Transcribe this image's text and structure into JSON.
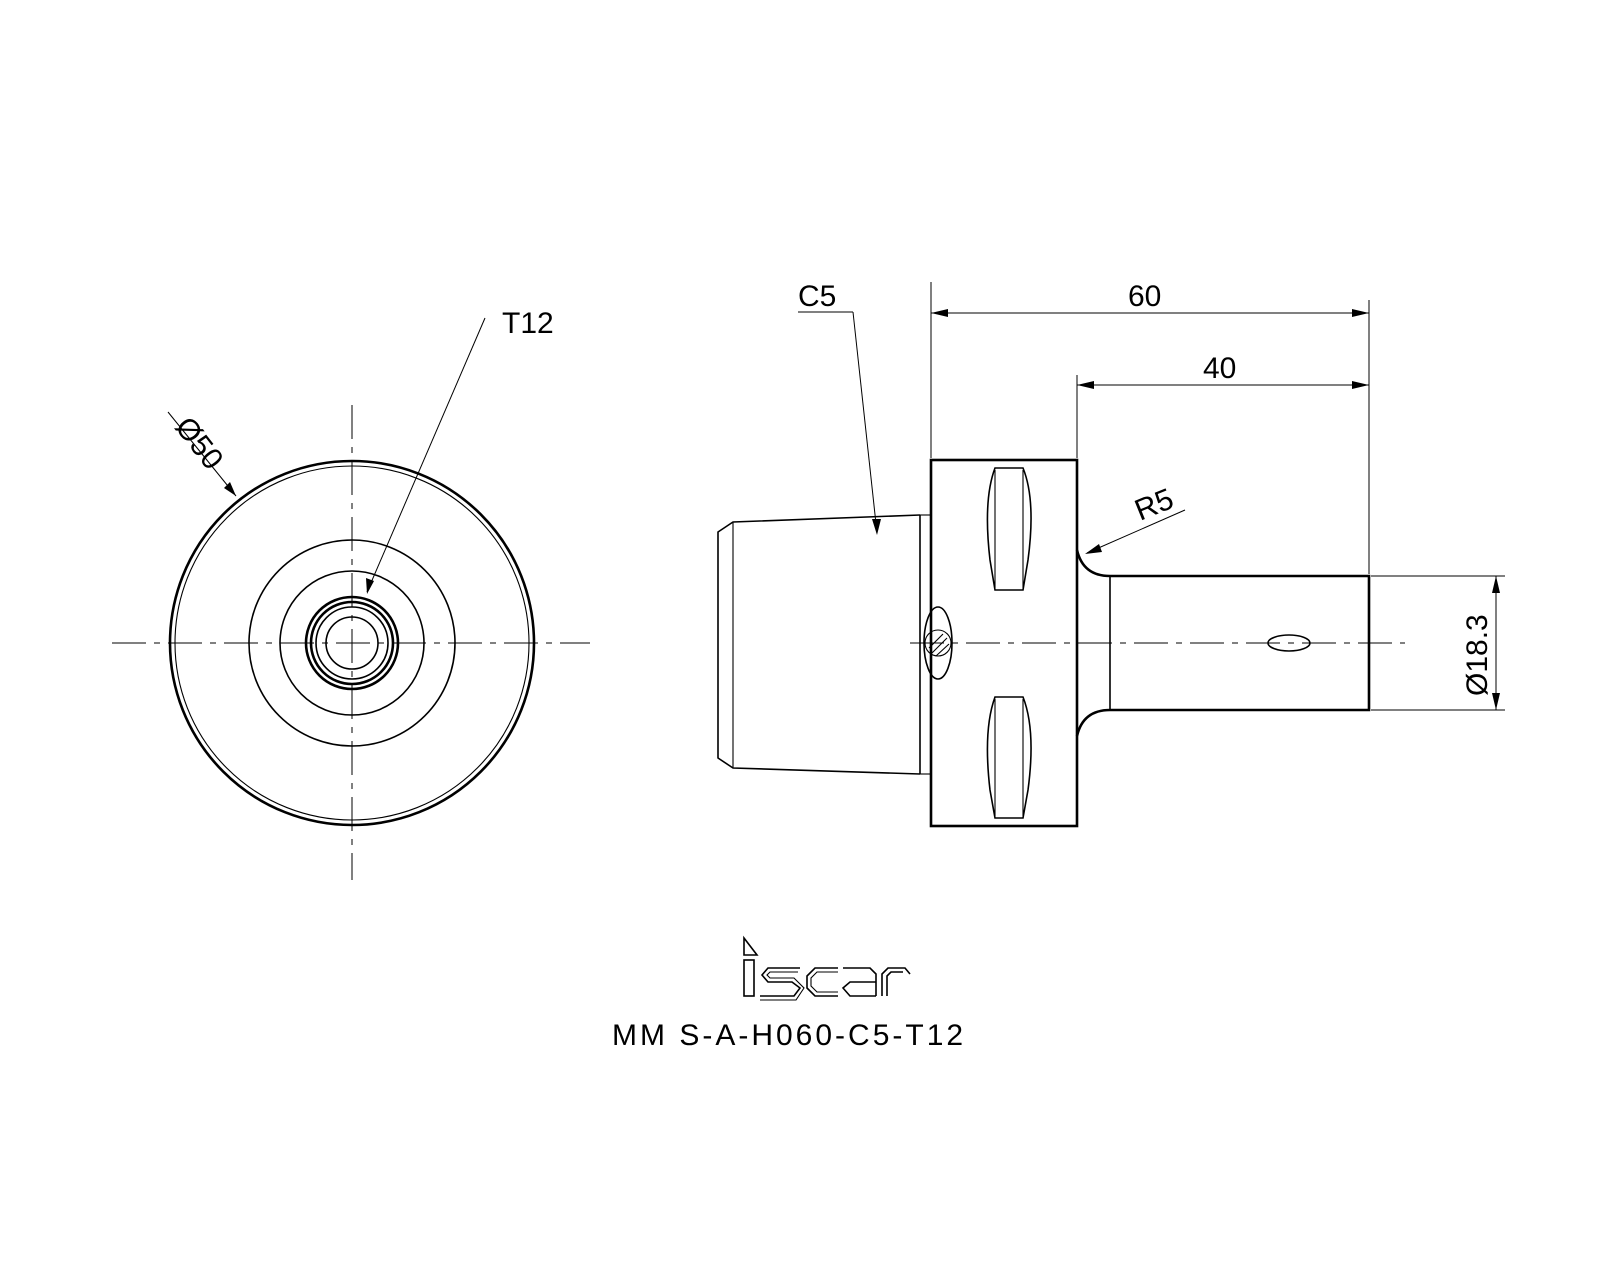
{
  "dimensions": {
    "diameter_outer": "Ø50",
    "thread": "T12",
    "chamfer": "C5",
    "overall_length": "60",
    "shank_length": "40",
    "fillet_radius": "R5",
    "shank_diameter": "Ø18.3"
  },
  "brand": {
    "logo_text": "iscar"
  },
  "part_number": "MM S-A-H060-C5-T12"
}
